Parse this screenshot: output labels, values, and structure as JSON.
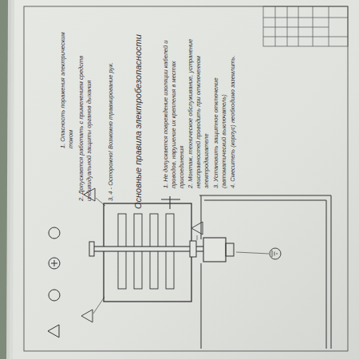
{
  "diagram": {
    "title": "Основные правила электробезопасности",
    "labels": [
      "1. Опасность поражения электрическим током",
      "2. Допускается работать с применением средств индивидуальной защиты органов дыхания",
      "3, 4 - Осторожно! Возможно травмирование рук.",
      "1. Не допускается повреждение изоляции кабелей и проводов, нарушение их крепления в местах присоединения",
      "2. Монтаж, техническое обслуживание, устранение неисправностей проводить при отключенном электродвигателе",
      "3. Установить защитное отключение (автоматический выключатель)",
      "4. Смеситель (корпус) необходимо заземлить."
    ]
  }
}
